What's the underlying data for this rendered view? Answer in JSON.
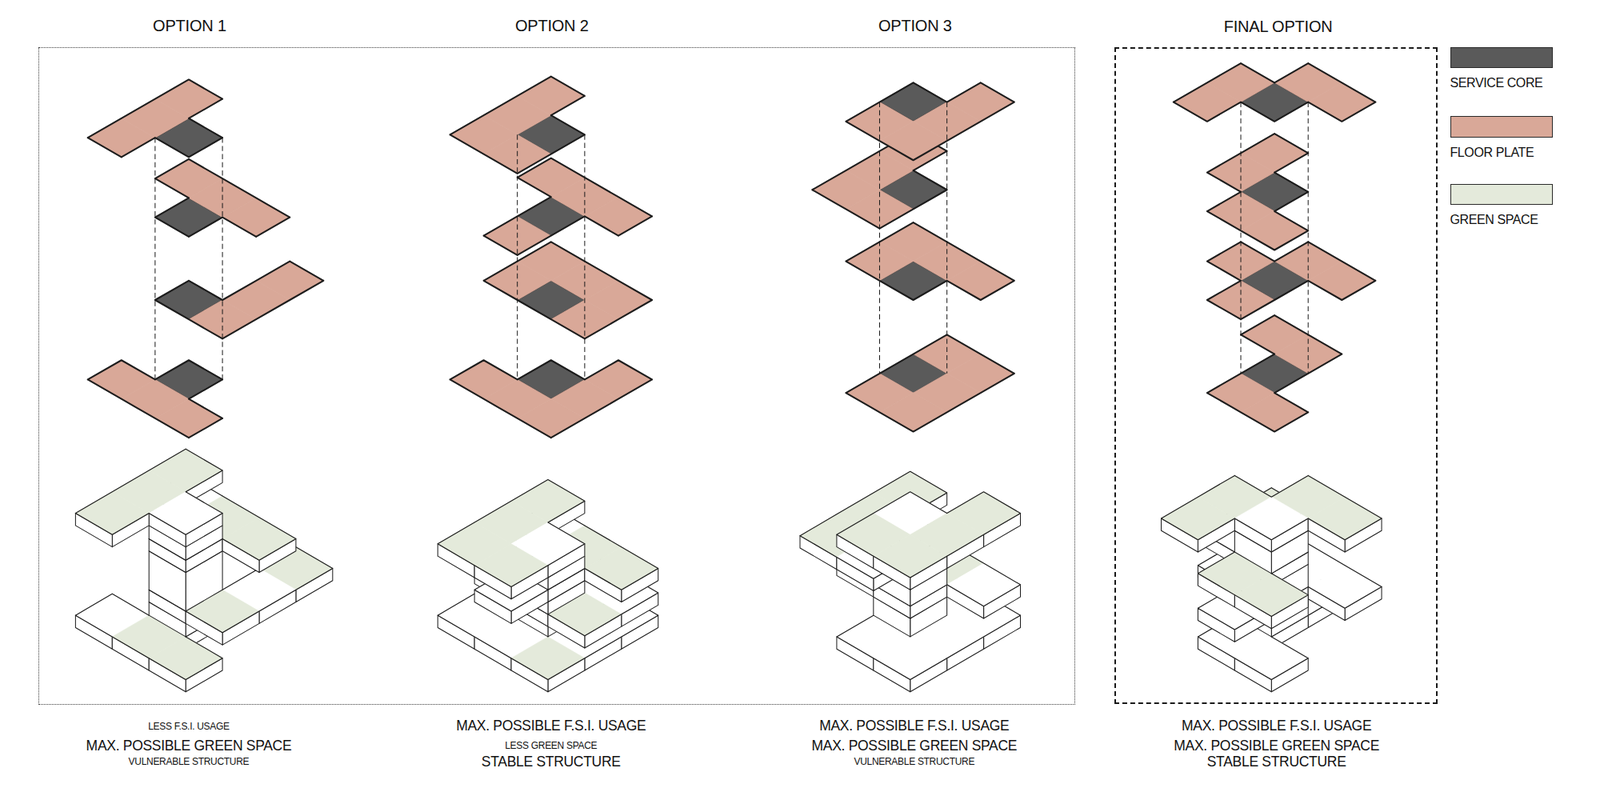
{
  "diagram": {
    "nodes": [
      {
        "text": [
          "OPTION 1",
          "OPTION 2",
          "OPTION 3"
        ]
      },
      {
        "text": [
          "FINAL OPTION"
        ]
      }
    ],
    "labels": [
      "LESS F.S.I. USAGE",
      "MAX. POSSIBLE GREEN SPACE",
      "VULNERABLE STRUCTURE",
      "MAX. POSSIBLE F.S.I. USAGE",
      "LESS GREEN SPACE",
      "STABLE STRUCTURE",
      "MAX. POSSIBLE F.S.I. USAGE",
      "MAX. POSSIBLE GREEN SPACE",
      "VULNERABLE STRUCTURE",
      "MAX. POSSIBLE F.S.I. USAGE",
      "MAX. POSSIBLE GREEN SPACE",
      "STABLE STRUCTURE"
    ],
    "legend": [
      {
        "text": "SERVICE CORE",
        "color": "#5a5a5a"
      },
      {
        "text": "FLOOR PLATE",
        "color": "#d9a898"
      },
      {
        "text": "GREEN SPACE",
        "color": "#e4eadb"
      }
    ]
  }
}
